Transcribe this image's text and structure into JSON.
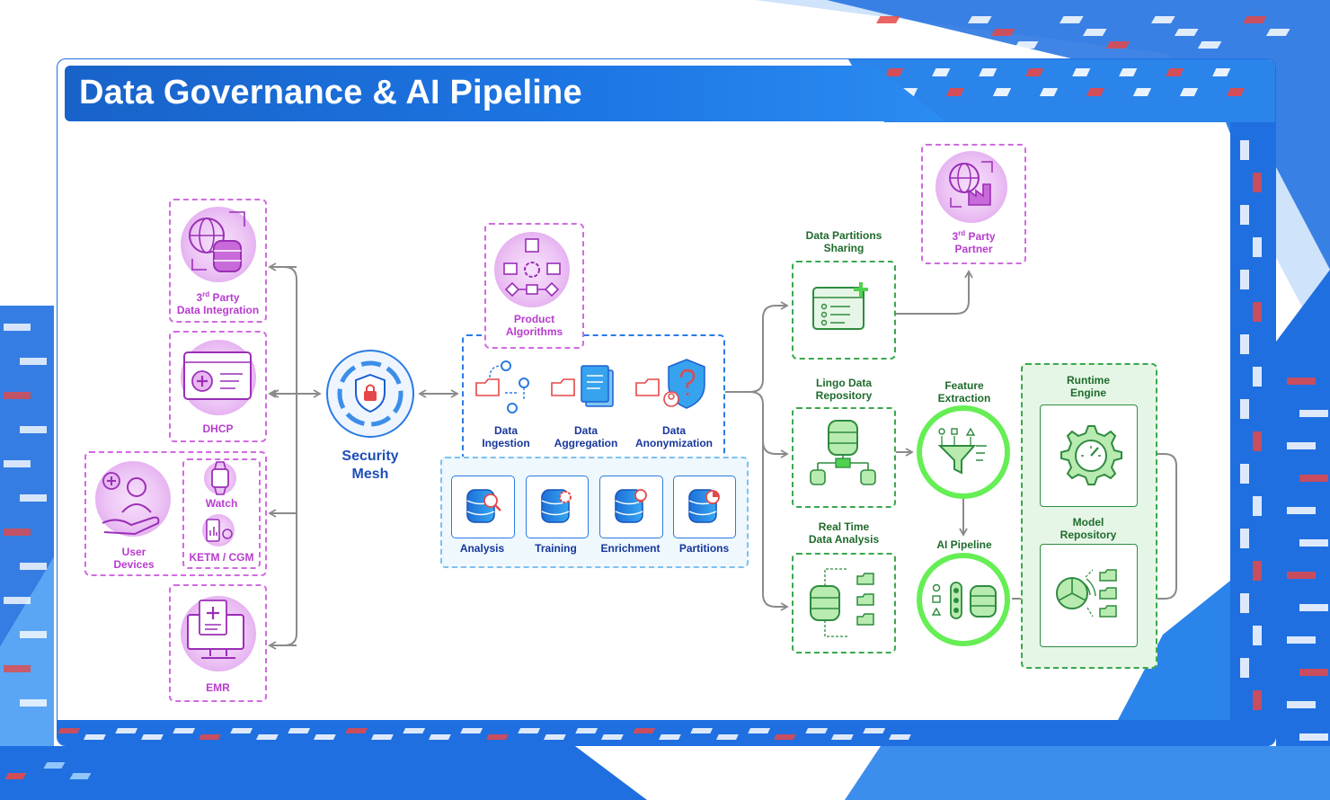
{
  "title": "Data Governance & AI Pipeline",
  "colors": {
    "title_bar": "#1d6fdf",
    "frame_blue": "#1f6fe0",
    "accent_red": "#e54848",
    "source_pink": "#b83ccf",
    "pipeline_blue": "#1f5fd0",
    "ai_green": "#3aa84e",
    "ai_bright_green": "#66ee55"
  },
  "sources": {
    "third_party_integration": {
      "sup": "rd",
      "pre": "3",
      "line1": " Party",
      "line2": "Data Integration",
      "icon": "globe-database-icon"
    },
    "dhcp": {
      "label": "DHCP",
      "icon": "medical-window-icon"
    },
    "user_devices": {
      "line1": "User",
      "line2": "Devices",
      "icon": "hand-user-icon"
    },
    "watch": {
      "label": "Watch",
      "icon": "smartwatch-icon"
    },
    "ketm_cgm": {
      "label": "KETM / CGM",
      "icon": "glucose-monitor-icon"
    },
    "emr": {
      "label": "EMR",
      "icon": "medical-record-monitor-icon"
    }
  },
  "security_mesh": {
    "line1": "Security",
    "line2": "Mesh",
    "icon": "shield-lock-icon"
  },
  "product_algorithms": {
    "line1": "Product",
    "line2": "Algorithms",
    "icon": "algorithm-flow-icon"
  },
  "processing": [
    {
      "line1": "Data",
      "line2": "Ingestion",
      "icon": "folder-ingestion-icon"
    },
    {
      "line1": "Data",
      "line2": "Aggregation",
      "icon": "folder-documents-icon"
    },
    {
      "line1": "Data",
      "line2": "Anonymization",
      "icon": "folder-shield-question-icon"
    }
  ],
  "storage": [
    {
      "label": "Analysis",
      "icon": "database-search-icon"
    },
    {
      "label": "Training",
      "icon": "database-gear-icon"
    },
    {
      "label": "Enrichment",
      "icon": "database-bulb-icon"
    },
    {
      "label": "Partitions",
      "icon": "database-pie-icon"
    }
  ],
  "outputs": {
    "data_partitions_sharing": {
      "line1": "Data Partitions",
      "line2": "Sharing",
      "icon": "list-add-icon"
    },
    "third_party_partner": {
      "pre": "3",
      "sup": "rd",
      "line1": " Party",
      "line2": "Partner",
      "icon": "globe-factory-icon"
    },
    "lingo_repository": {
      "line1": "Lingo Data",
      "line2": "Repository",
      "icon": "database-tree-icon"
    },
    "realtime_analysis": {
      "line1": "Real Time",
      "line2": "Data Analysis",
      "icon": "database-folders-icon"
    },
    "feature_extraction": {
      "line1": "Feature",
      "line2": "Extraction",
      "icon": "funnel-icon"
    },
    "ai_pipeline": {
      "label": "AI Pipeline",
      "icon": "pipeline-database-icon"
    },
    "runtime_engine": {
      "line1": "Runtime",
      "line2": "Engine",
      "icon": "gear-gauge-icon"
    },
    "model_repository": {
      "line1": "Model",
      "line2": "Repository",
      "icon": "pie-folders-icon"
    }
  }
}
